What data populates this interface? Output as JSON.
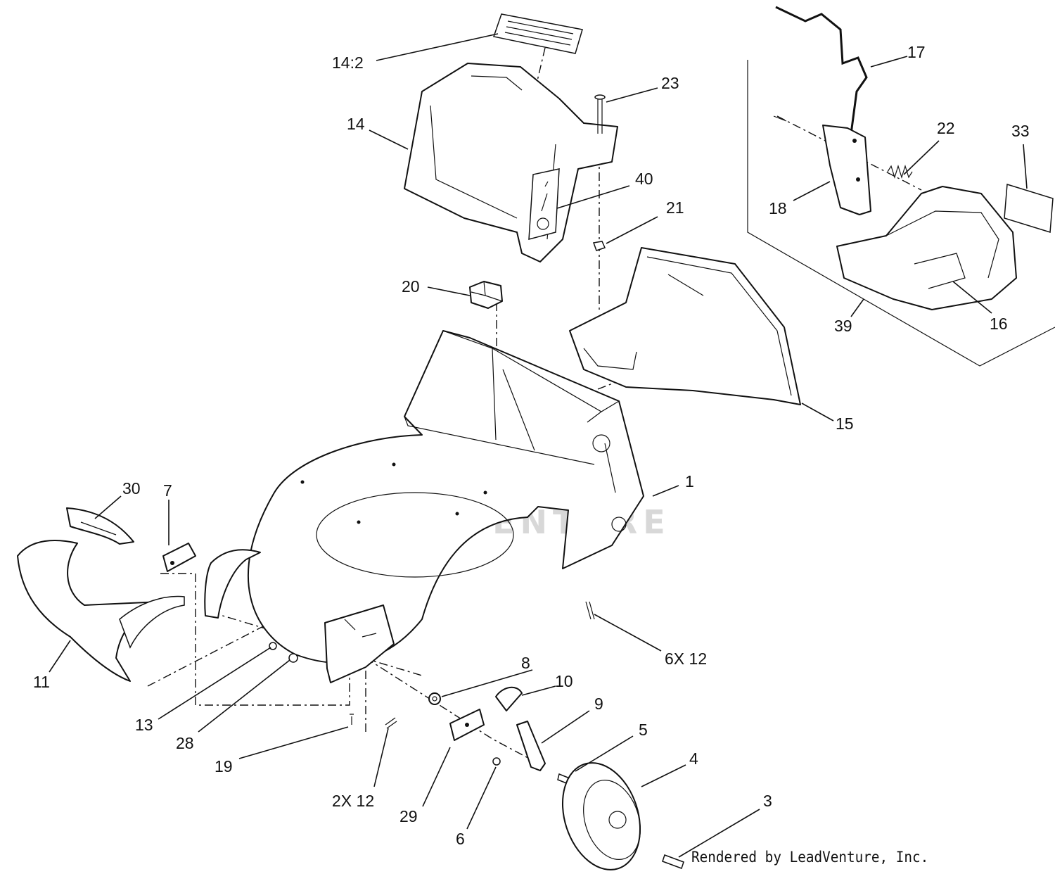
{
  "watermark": "LEADVENTURE",
  "credit": "Rendered by LeadVenture, Inc.",
  "callouts": {
    "c14_2": "14:2",
    "c14": "14",
    "c23": "23",
    "c40": "40",
    "c21": "21",
    "c20": "20",
    "c17": "17",
    "c22": "22",
    "c33": "33",
    "c18": "18",
    "c39": "39",
    "c16": "16",
    "c15": "15",
    "c1": "1",
    "c30": "30",
    "c7": "7",
    "c11": "11",
    "c13": "13",
    "c28": "28",
    "c19": "19",
    "c2x12": "2X 12",
    "c6x12": "6X 12",
    "c8": "8",
    "c10": "10",
    "c9": "9",
    "c29": "29",
    "c5": "5",
    "c4": "4",
    "c6": "6",
    "c3": "3"
  }
}
